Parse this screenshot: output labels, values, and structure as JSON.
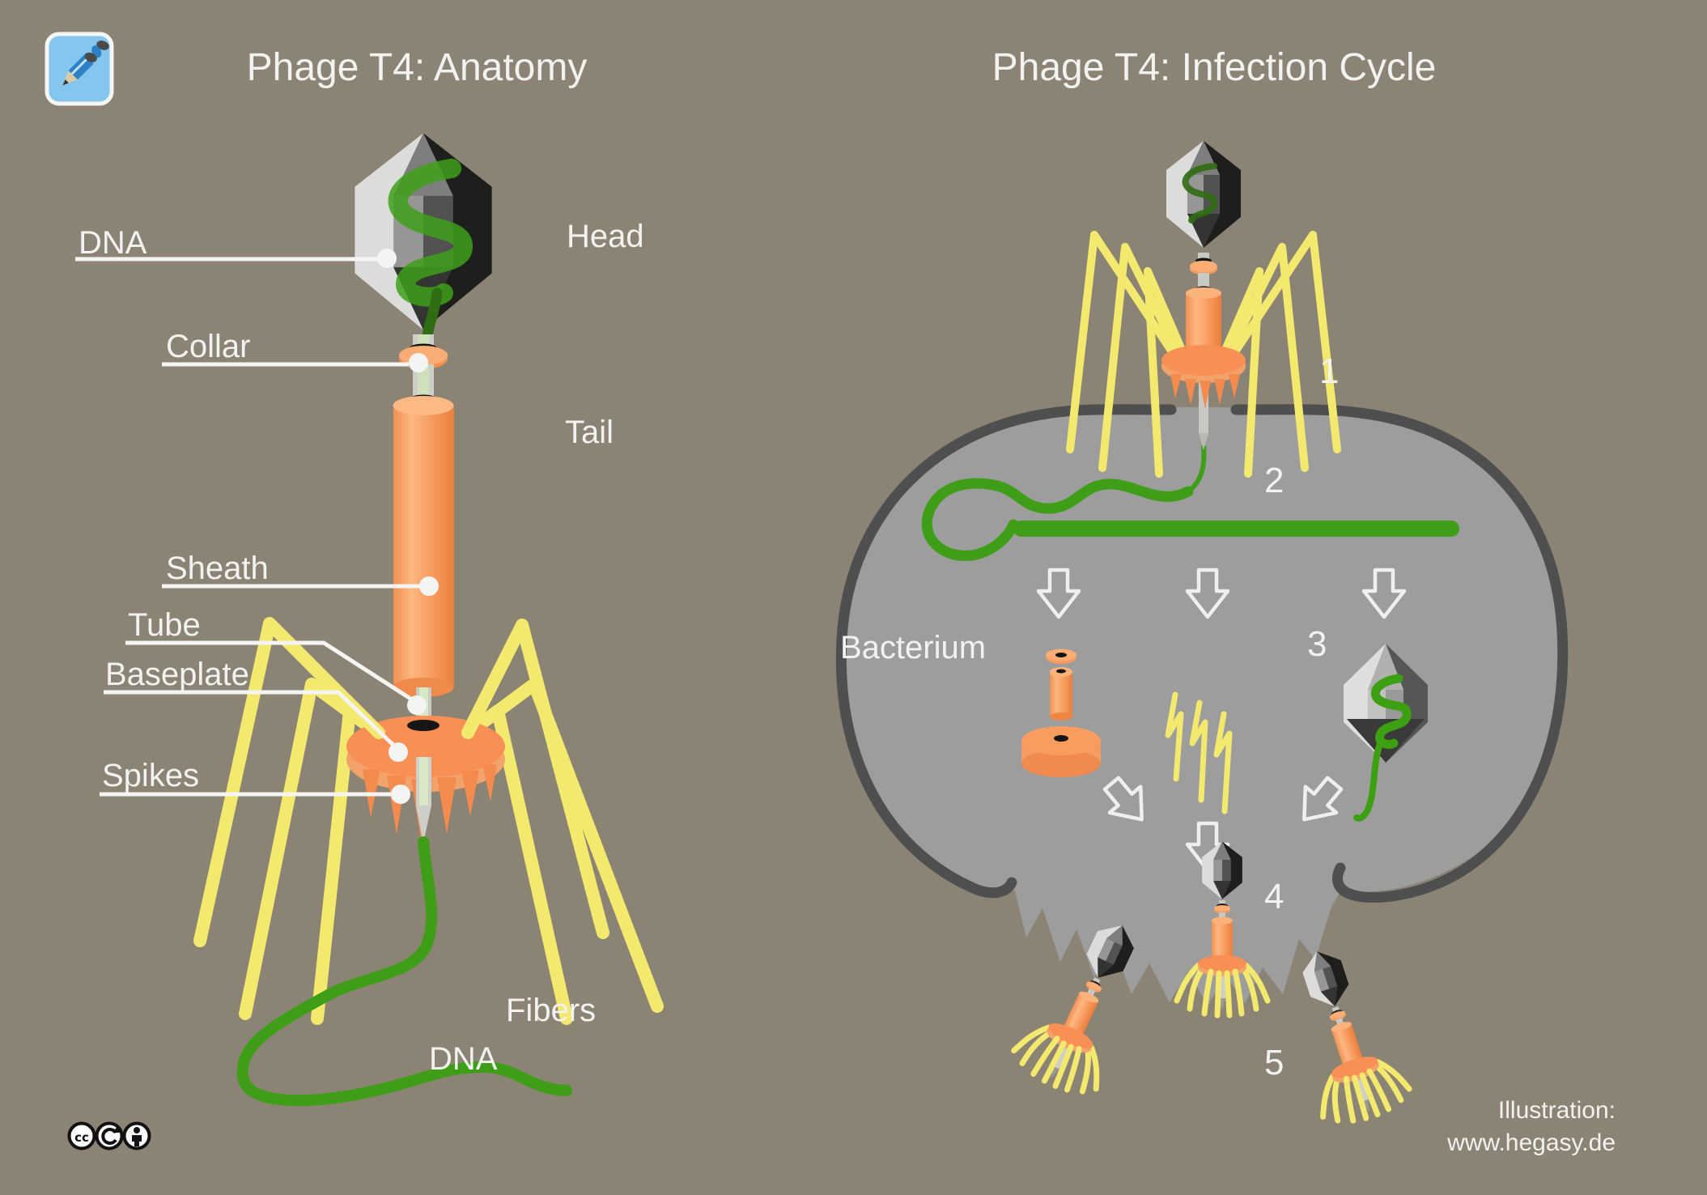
{
  "left_panel": {
    "title": "Phage T4: Anatomy",
    "labels": {
      "dna_head": "DNA",
      "collar": "Collar",
      "sheath": "Sheath",
      "tube": "Tube",
      "baseplate": "Baseplate",
      "spikes": "Spikes",
      "head": "Head",
      "tail": "Tail",
      "fibers": "Fibers",
      "dna_tail": "DNA"
    }
  },
  "right_panel": {
    "title": "Phage T4: Infection Cycle",
    "bacterium_label": "Bacterium",
    "step_numbers": [
      "1",
      "2",
      "3",
      "4",
      "5"
    ]
  },
  "credit": {
    "line1": "Illustration:",
    "line2": "www.hegasy.de"
  },
  "license_icons": [
    "cc",
    "share-alike",
    "attribution"
  ],
  "logo": "pencil-dna-logo",
  "colors": {
    "background": "#8b8374",
    "bacterium_fill": "#9d9d9d",
    "membrane": "#4e4f51",
    "phage_orange": "#f79a5e",
    "orange_light": "#fbb27b",
    "orange_dark": "#ee8646",
    "fiber_yellow": "#f3e96f",
    "dna_green": "#3f9e17",
    "capsid_dark": "#1e1e1c",
    "capsid_light": "#dcdcda",
    "label_white": "#f2f2f0",
    "logo_blue": "#84c6ee"
  }
}
